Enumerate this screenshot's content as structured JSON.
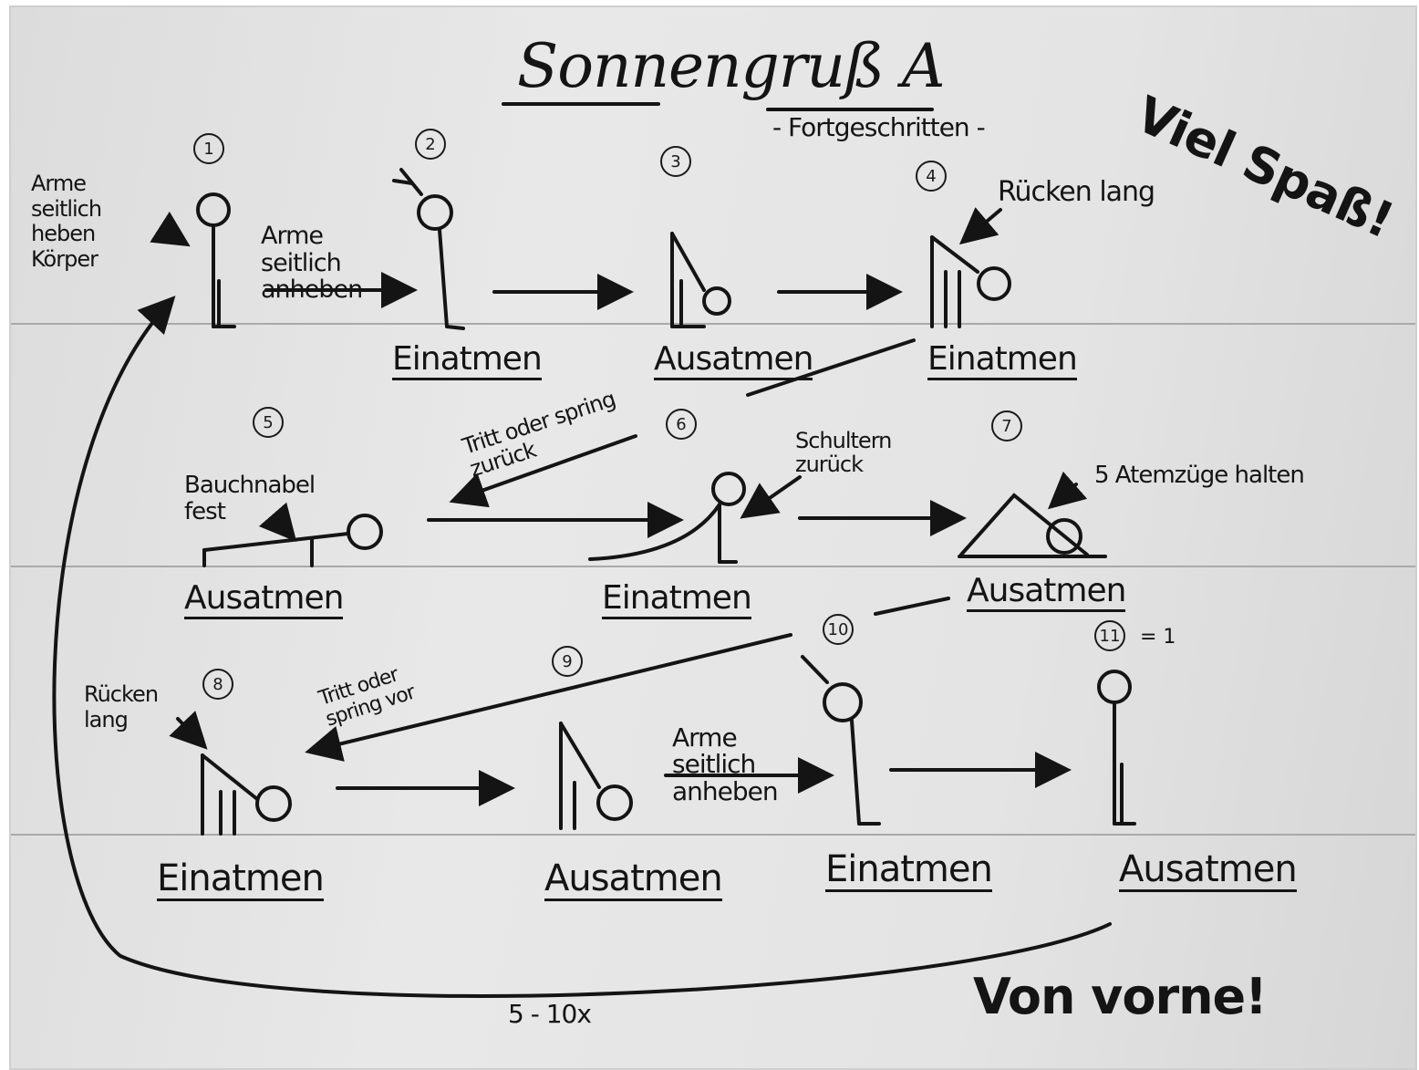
{
  "title": "Sonnengruß A",
  "subtitle": "- Fortgeschritten -",
  "corner_note": "Viel Spaß!",
  "steps": [
    {
      "number": "1",
      "breath": "",
      "note": "Arme seitlich heben Körper"
    },
    {
      "number": "2",
      "breath": "Einatmen",
      "note": "Arme seitlich anheben"
    },
    {
      "number": "3",
      "breath": "Ausatmen",
      "note": ""
    },
    {
      "number": "4",
      "breath": "Einatmen",
      "note": "Rücken lang"
    },
    {
      "number": "5",
      "breath": "Ausatmen",
      "note": "Bauchnabel fest"
    },
    {
      "number": "6",
      "breath": "Einatmen",
      "note": "Schultern zurück"
    },
    {
      "number": "7",
      "breath": "Ausatmen",
      "note": "5 Atemzüge halten"
    },
    {
      "number": "8",
      "breath": "Einatmen",
      "note": "Rücken lang"
    },
    {
      "number": "9",
      "breath": "Ausatmen",
      "note": ""
    },
    {
      "number": "10",
      "breath": "Einatmen",
      "note": "Arme seitlich anheben"
    },
    {
      "number": "11",
      "breath": "Ausatmen",
      "note": ""
    }
  ],
  "step11_equals": "= 1",
  "transitions": {
    "step5_to_6": "Tritt oder spring zurück",
    "step8_to_9": "Tritt oder spring vor"
  },
  "repeat": "Von vorne!",
  "repeat_count": "5 - 10x",
  "colors": {
    "paper": "#e2e2e2",
    "ink": "#141414",
    "rule": "#a9a9a9"
  }
}
